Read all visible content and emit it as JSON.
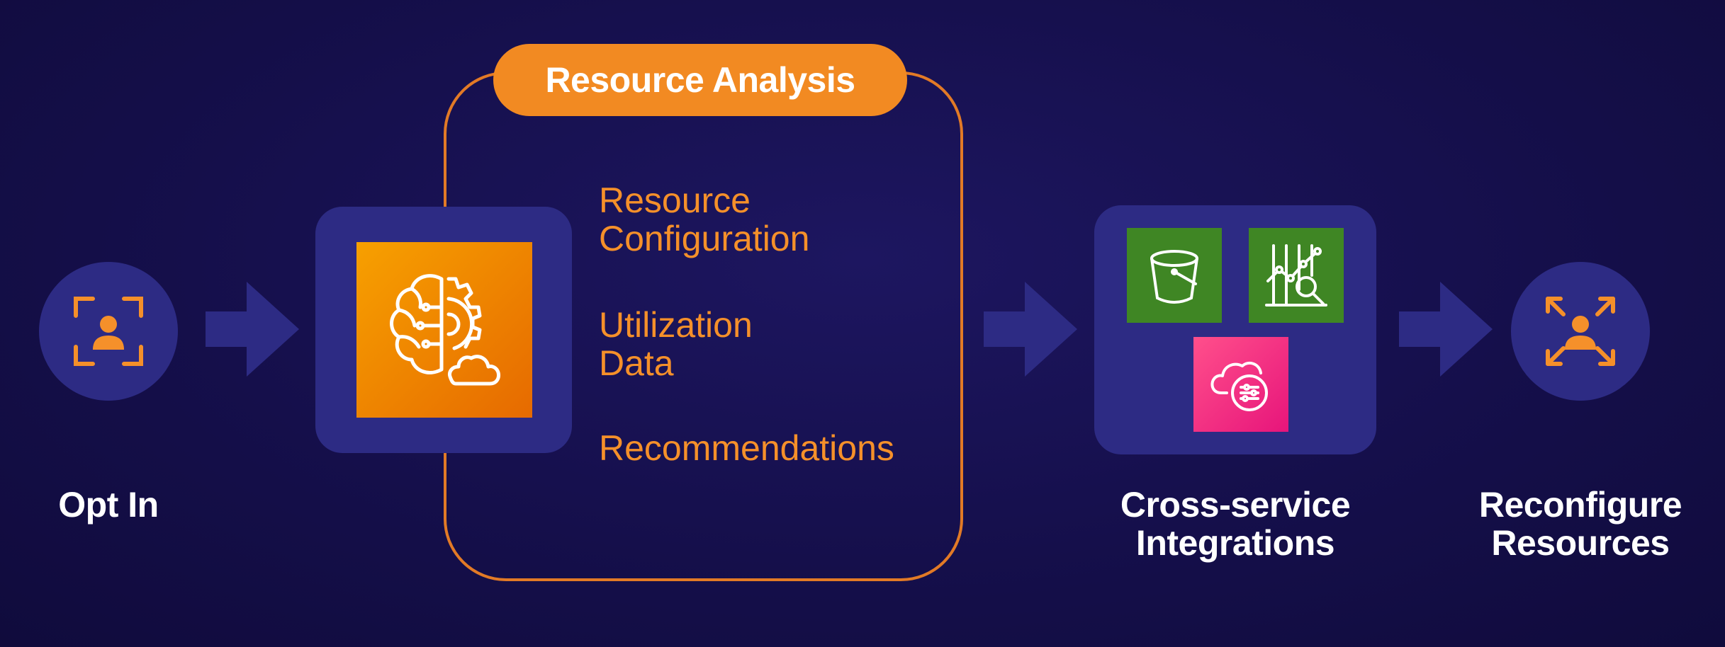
{
  "steps": {
    "opt_in": {
      "label": "Opt In",
      "icon": "user-focus-icon"
    },
    "resource_analysis": {
      "title": "Resource Analysis",
      "icon": "machine-learning-brain-gear-icon",
      "items": [
        "Resource\nConfiguration",
        "Utilization\nData",
        "Recommendations"
      ]
    },
    "cross_service": {
      "label_line1": "Cross-service",
      "label_line2": "Integrations",
      "services": [
        {
          "icon": "s3-bucket-icon",
          "color": "#3f8624"
        },
        {
          "icon": "analytics-chart-icon",
          "color": "#3f8624"
        },
        {
          "icon": "cloud-settings-icon",
          "color": "#e7157b"
        }
      ]
    },
    "reconfigure": {
      "label_line1": "Reconfigure",
      "label_line2": "Resources",
      "icon": "user-expand-icon"
    }
  },
  "colors": {
    "background": "#150f4b",
    "panel": "#2d2b84",
    "accent_orange": "#f28a22",
    "text_orange": "#f5902a",
    "arrow": "#2d2b84"
  }
}
